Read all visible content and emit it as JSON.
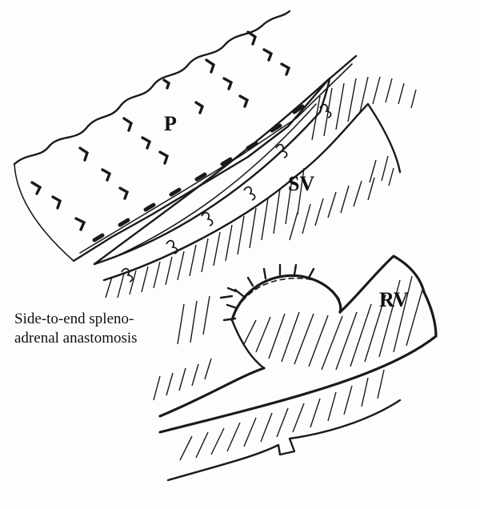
{
  "labels": {
    "pancreas": "P",
    "splenic_vein": "SV",
    "renal_vein": "RV"
  },
  "caption": {
    "line1": "Side-to-end spleno-",
    "line2": "adrenal anastomosis"
  },
  "colors": {
    "ink": "#1a1a1a",
    "paper": "#fdfdfc"
  }
}
